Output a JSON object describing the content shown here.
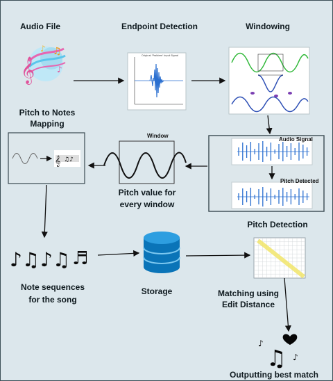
{
  "labels": {
    "audio_file": "Audio File",
    "endpoint_detection": "Endpoint Detection",
    "windowing": "Windowing",
    "pitch_to_notes_1": "Pitch to Notes",
    "pitch_to_notes_2": "Mapping",
    "window": "Window",
    "pitch_value_1": "Pitch value for",
    "pitch_value_2": "every window",
    "pitch_detection": "Pitch Detection",
    "note_sequences_1": "Note sequences",
    "note_sequences_2": "for the song",
    "storage": "Storage",
    "matching_1": "Matching using",
    "matching_2": "Edit Distance",
    "outputting": "Outputting best match",
    "audio_signal": "Audio Signal",
    "pitch_detected": "Pitch Detected"
  },
  "colors": {
    "background": "#dce7ec",
    "storage_blue": "#0a74b8",
    "waveform_blue": "#2a6fd0",
    "sine_green": "#2fb838",
    "sine_purple": "#7b3fb2",
    "sine_blue": "#2d4fb5",
    "matrix_yellow": "#f2e66a"
  },
  "icons": [
    "music-notes-icon",
    "database-icon",
    "music-notes-heart-icon"
  ]
}
